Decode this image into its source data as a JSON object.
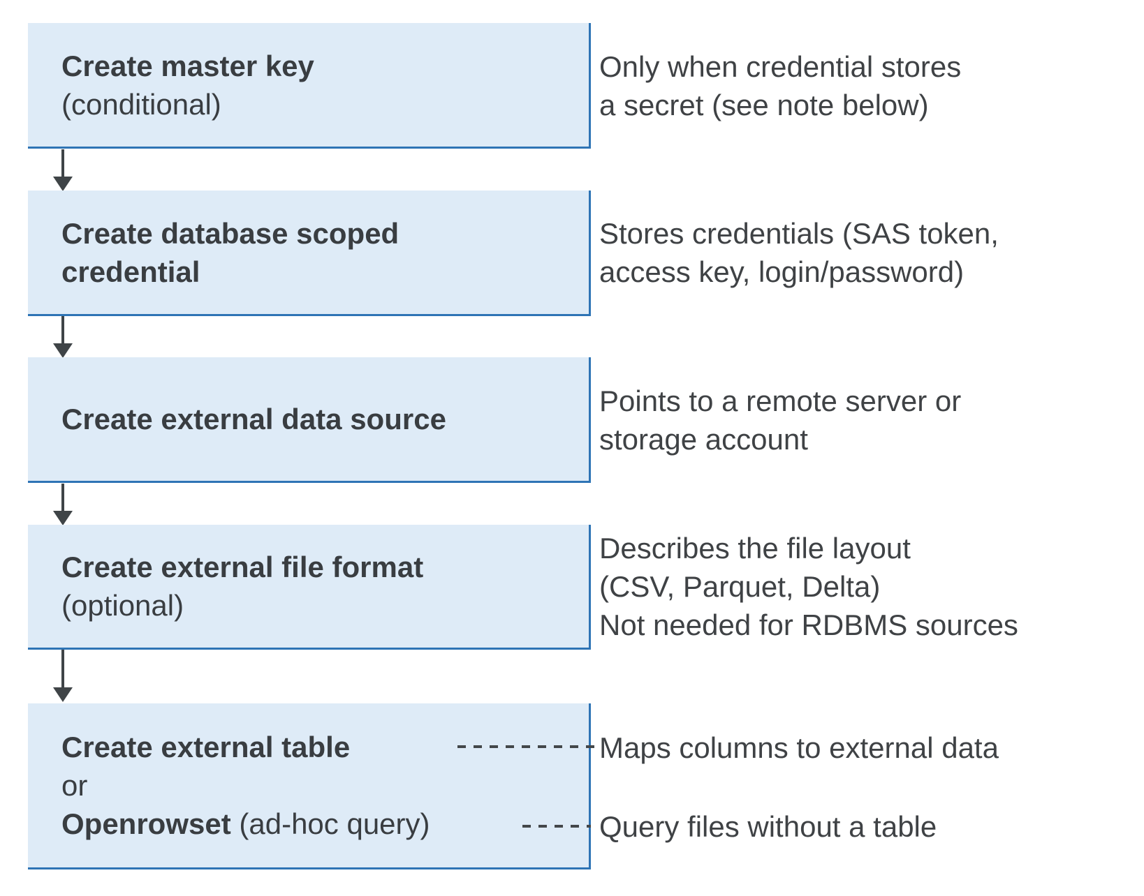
{
  "palette": {
    "box_fill": "#deebf7",
    "box_border": "#2e74b5",
    "arrow_color": "#3f4447",
    "text_color": "#3f4245",
    "background": "#ffffff"
  },
  "steps": [
    {
      "title": "Create master key",
      "subtitle": "(conditional)",
      "note": "Only when credential stores\na secret (see note below)"
    },
    {
      "title": "Create database scoped\ncredential",
      "note": "Stores credentials (SAS token,\naccess key, login/password)"
    },
    {
      "title": "Create external data source",
      "note": "Points to a remote server or\nstorage account"
    },
    {
      "title": "Create external file format",
      "subtitle": "(optional)",
      "note": "Describes the file layout\n(CSV, Parquet, Delta)\nNot needed for RDBMS sources"
    },
    {
      "line1_bold": "Create external table",
      "line2": "or",
      "line3_bold": "Openrowset",
      "line3_regular": " (ad-hoc query)",
      "note_table": "Maps columns to external data",
      "note_openrowset": "Query files without a table"
    }
  ]
}
